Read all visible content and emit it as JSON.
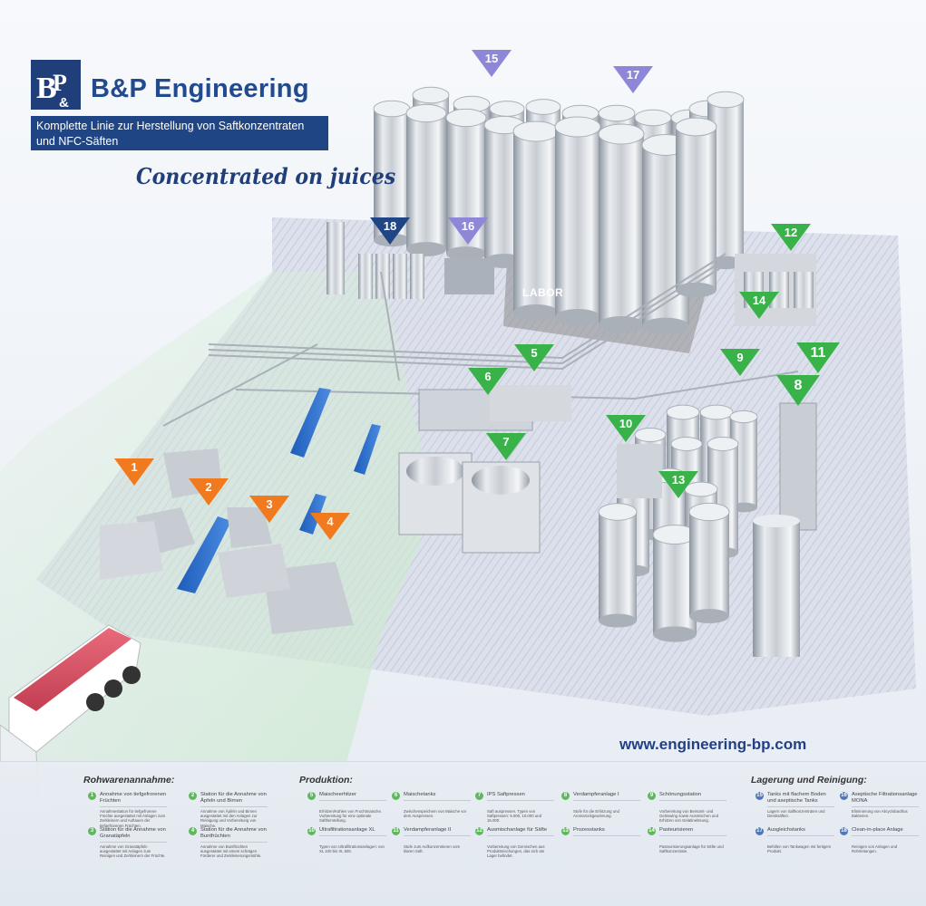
{
  "brand": {
    "logo_text": "BP&",
    "company": "B&P Engineering",
    "subtitle": "Komplette Linie zur Herstellung von Saftkonzentraten und NFC-Säften",
    "slogan": "Concentrated on juices"
  },
  "url": "www.engineering-bp.com",
  "scene": {
    "labor_label": "LABOR"
  },
  "colors": {
    "orange": "#f07a1d",
    "green": "#39b24a",
    "purple": "#8e87d7",
    "navy": "#1f4585",
    "legend_green": "#5fb85c",
    "legend_blue": "#4e78b8"
  },
  "markers": [
    {
      "n": "1",
      "color": "orange"
    },
    {
      "n": "2",
      "color": "orange"
    },
    {
      "n": "3",
      "color": "orange"
    },
    {
      "n": "4",
      "color": "orange"
    },
    {
      "n": "5",
      "color": "green"
    },
    {
      "n": "6",
      "color": "green"
    },
    {
      "n": "7",
      "color": "green"
    },
    {
      "n": "8",
      "color": "green"
    },
    {
      "n": "9",
      "color": "green"
    },
    {
      "n": "10",
      "color": "green"
    },
    {
      "n": "11",
      "color": "green"
    },
    {
      "n": "12",
      "color": "green"
    },
    {
      "n": "13",
      "color": "green"
    },
    {
      "n": "14",
      "color": "green"
    },
    {
      "n": "15",
      "color": "purple"
    },
    {
      "n": "16",
      "color": "purple"
    },
    {
      "n": "17",
      "color": "purple"
    },
    {
      "n": "18",
      "color": "navy"
    }
  ],
  "legend": {
    "headers": {
      "raw": "Rohwarenannahme:",
      "production": "Produktion:",
      "storage": "Lagerung und Reinigung:"
    },
    "items": [
      {
        "n": "1",
        "title": "Annahme von tiefgefrorenen Früchten",
        "desc": "Annahmestation für tiefgefrorene Früchte ausgestattet mit Anlagen zum Zerkleinern und Auftauen der tiefgefrorenen Früchten."
      },
      {
        "n": "2",
        "title": "Station für die Annahme von Äpfeln und Birnen",
        "desc": "Annahme von Äpfeln und Birnen ausgestattet mit den Anlagen zur Reinigung und Vorbereitung von Maische."
      },
      {
        "n": "3",
        "title": "Station für die Annahme von Granatäpfeln",
        "desc": "Annahme von Granatäpfeln ausgestattet mit Anlagen zum Reinigen und Zerkleinern der Früchte."
      },
      {
        "n": "4",
        "title": "Station für die Annahme von Buntfrüchten",
        "desc": "Annahme von Buntfrüchten ausgestattet mit einem schrägen Förderer und Zerkleinerungsmühle."
      },
      {
        "n": "5",
        "title": "Maischeerhitzer",
        "desc": "Erhitzen/Kühlen von Fruchtmaische. Vorbereitung für eine optimale Saftherstellung."
      },
      {
        "n": "6",
        "title": "Maischetanks",
        "desc": "Zwischenspeichern von Maische vor dem Auspressen."
      },
      {
        "n": "7",
        "title": "IPS Saftpressen",
        "desc": "Saft auspressen. Typen von Saftpressen: 5.000, 10.000 und 15.000."
      },
      {
        "n": "8",
        "title": "Verdampferanlage I",
        "desc": "Stufe für die Erhitzung und Aromarückgewinnung."
      },
      {
        "n": "9",
        "title": "Schönungsstation",
        "desc": "Vorbereitung von Bentonit- und Gelöswing sowie Ausmischen und Erhitzen von Gelatinelösung."
      },
      {
        "n": "10",
        "title": "Ultrafiltrationsanlage XL",
        "desc": "Typen von Ultrafiltrationsanlagen: von XL 100 bis XL 500."
      },
      {
        "n": "11",
        "title": "Verdampferanlage II",
        "desc": "Stufe zum Aufkonzentrieren vom klaren Saft."
      },
      {
        "n": "12",
        "title": "Ausmischanlage für Säfte",
        "desc": "Vorbereitung von Gemischen aus Produktmischungen, das sich am Lager befindet."
      },
      {
        "n": "13",
        "title": "Prozesstanks",
        "desc": ""
      },
      {
        "n": "14",
        "title": "Pasteurisieren",
        "desc": "Pasteurisierungsanlage für Säfte und Saftkonzentrate."
      },
      {
        "n": "15",
        "title": "Tanks mit flachem Boden und aseptische Tanks",
        "desc": "Lagern von Saftkonzentraten und Direktsäften."
      },
      {
        "n": "16",
        "title": "Aseptische Filtrationsanlage MONA",
        "desc": "Eliminierung von Alicyclobacillus Bakterien."
      },
      {
        "n": "17",
        "title": "Ausgleichstanks",
        "desc": "Befüllen von Tankwagen mit fertigem Produkt."
      },
      {
        "n": "18",
        "title": "Clean-in-place Anlage",
        "desc": "Reinigen von Anlagen und Rohrleitungen."
      }
    ]
  }
}
